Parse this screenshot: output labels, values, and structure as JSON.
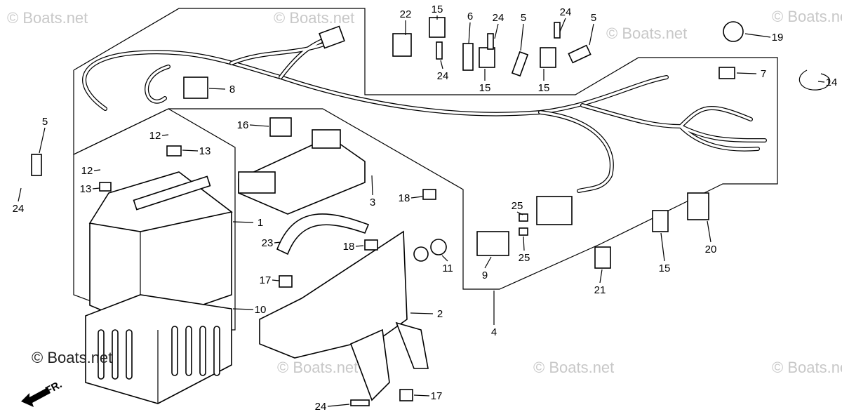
{
  "watermark": "© Boats.net",
  "front_label": "FR.",
  "callouts": [
    "22",
    "15",
    "6",
    "24",
    "5",
    "24",
    "5",
    "19",
    "7",
    "14",
    "8",
    "24",
    "15",
    "15",
    "5",
    "16",
    "12",
    "13",
    "12",
    "13",
    "3",
    "18",
    "24",
    "1",
    "25",
    "23",
    "18",
    "11",
    "25",
    "9",
    "20",
    "15",
    "21",
    "17",
    "10",
    "2",
    "4",
    "17",
    "24"
  ]
}
